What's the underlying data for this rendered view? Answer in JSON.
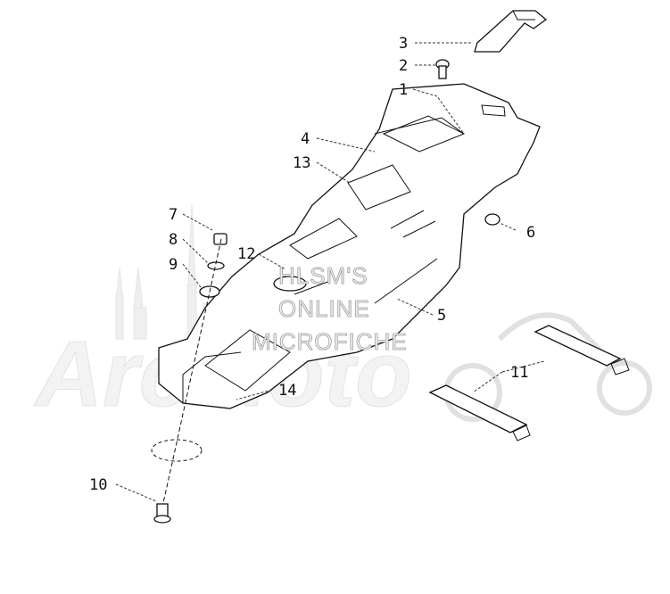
{
  "watermark": {
    "brand": "ArcMoto",
    "line1": "HLSM'S",
    "line2": "ONLINE",
    "line3": "MICROFICHE"
  },
  "callouts": {
    "c1": "1",
    "c2": "2",
    "c3": "3",
    "c4": "4",
    "c5": "5",
    "c6": "6",
    "c7": "7",
    "c8": "8",
    "c9": "9",
    "c10": "10",
    "c11": "11",
    "c12": "12",
    "c13": "13",
    "c14": "14"
  }
}
